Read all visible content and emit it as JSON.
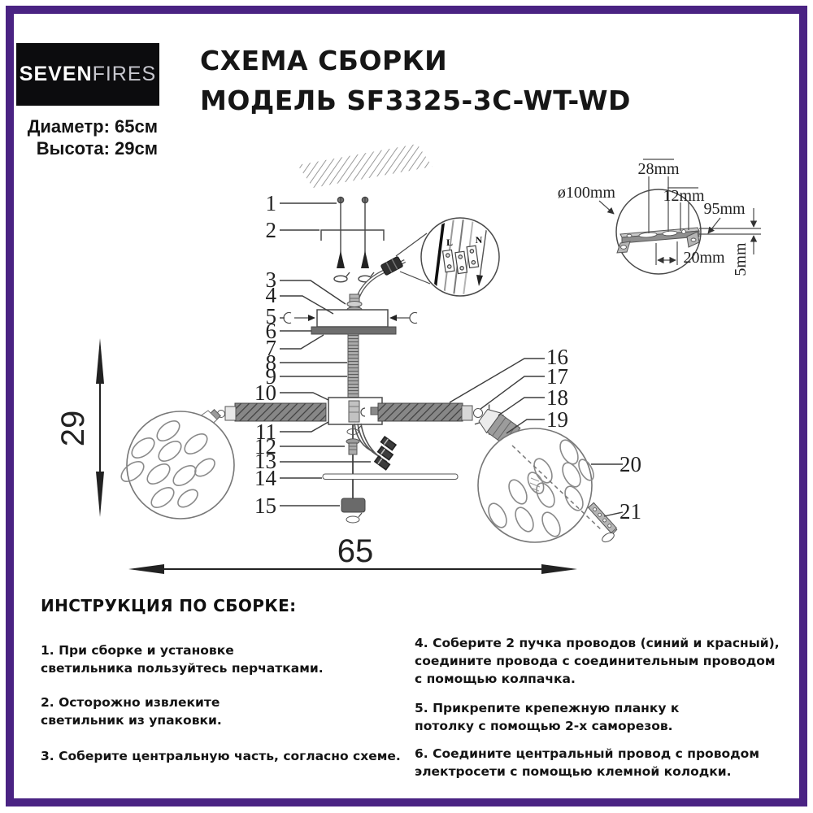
{
  "header": {
    "logo_part1": "SEVEN",
    "logo_part2": "FIRES",
    "spec_diameter": "Диаметр: 65см",
    "spec_height": "Высота: 29см",
    "title_line1": "СХЕМА СБОРКИ",
    "title_line2": "МОДЕЛЬ SF3325-3C-WT-WD"
  },
  "diagram": {
    "callouts": [
      "1",
      "2",
      "3",
      "4",
      "5",
      "6",
      "7",
      "8",
      "9",
      "10",
      "11",
      "12",
      "13",
      "14",
      "15",
      "16",
      "17",
      "18",
      "19",
      "20",
      "21"
    ],
    "dimensions": {
      "width": "65",
      "height": "29"
    },
    "detail": {
      "diameter": "ø100mm",
      "hole_pitch": "28mm",
      "slot_width": "12mm",
      "length": "95mm",
      "center_gap": "20mm",
      "thickness": "5mm"
    },
    "wiring": {
      "line": "L",
      "neutral": "N"
    }
  },
  "instructions": {
    "heading": "ИНСТРУКЦИЯ ПО СБОРКЕ:",
    "items": [
      {
        "lines": [
          "1. При сборке и установке",
          "светильника пользуйтесь перчатками."
        ]
      },
      {
        "lines": [
          "2. Осторожно извлеките",
          "светильник из упаковки."
        ]
      },
      {
        "lines": [
          "3. Соберите центральную часть, согласно схеме."
        ]
      },
      {
        "lines": [
          "4. Соберите 2 пучка проводов (синий и красный),",
          "соедините провода с соединительным проводом",
          "с помощью колпачка."
        ]
      },
      {
        "lines": [
          "5. Прикрепите крепежную планку к",
          "потолку с помощью 2-х саморезов."
        ]
      },
      {
        "lines": [
          "6. Соедините центральный провод с проводом",
          "электросети с помощью клемной колодки."
        ]
      }
    ]
  }
}
